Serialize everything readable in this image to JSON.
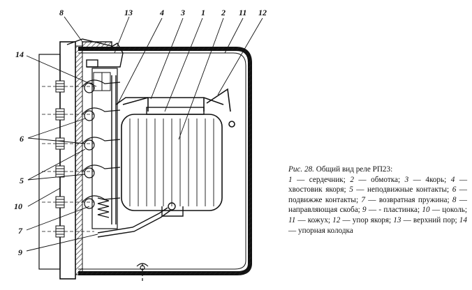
{
  "figure": {
    "fig_label": "Рис. 28.",
    "title": "Общий вид реле РП23:",
    "legend": [
      {
        "n": "1",
        "text": "сердечник"
      },
      {
        "n": "2",
        "text": "обмотка"
      },
      {
        "n": "3",
        "text": "4корь"
      },
      {
        "n": "4",
        "text": "хвостовик якоря"
      },
      {
        "n": "5",
        "text": "неподвижные контакты"
      },
      {
        "n": "6",
        "text": "подвижже контакты"
      },
      {
        "n": "7",
        "text": "возвратная пружина"
      },
      {
        "n": "8",
        "text": "направляющая скоба"
      },
      {
        "n": "9",
        "text": "- пластинка"
      },
      {
        "n": "10",
        "text": "цоколь"
      },
      {
        "n": "11",
        "text": "кожух"
      },
      {
        "n": "12",
        "text": "упор якоря"
      },
      {
        "n": "13",
        "text": "верхний пор"
      },
      {
        "n": "14",
        "text": "упорная колодка"
      }
    ]
  },
  "callouts": {
    "c8": "8",
    "c13": "13",
    "c4": "4",
    "c3": "3",
    "c1": "1",
    "c2": "2",
    "c11": "11",
    "c12": "12",
    "c14": "14",
    "c6": "6",
    "c5": "5",
    "c10": "10",
    "c7": "7",
    "c9": "9"
  }
}
